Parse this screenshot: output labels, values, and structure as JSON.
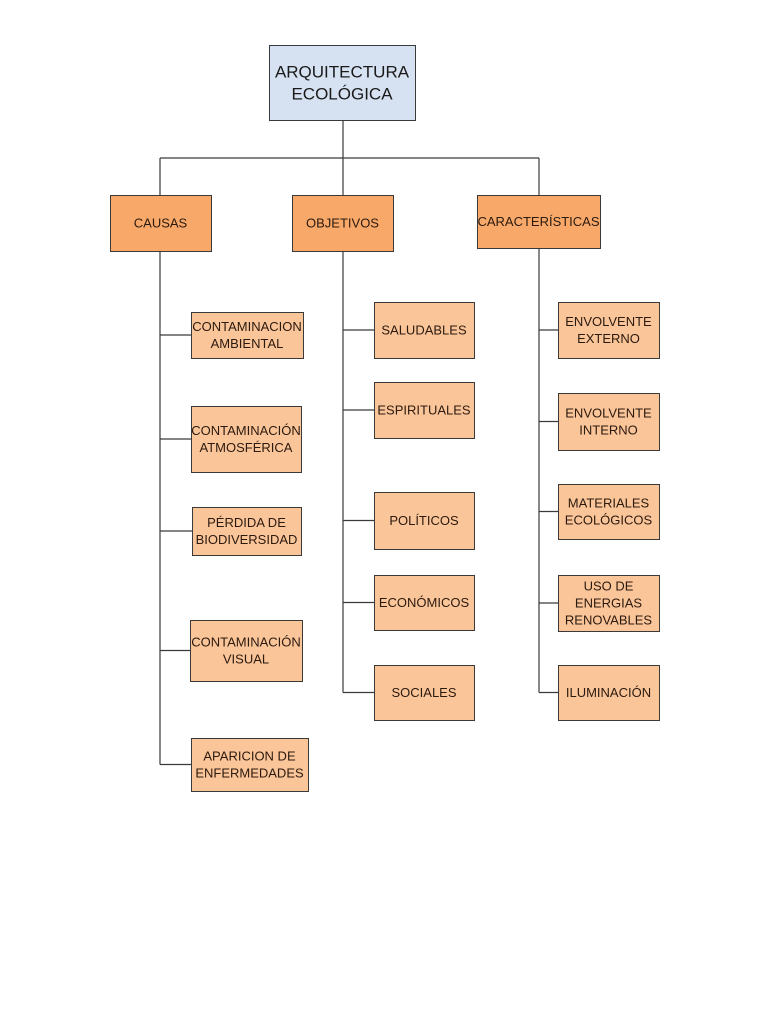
{
  "diagram": {
    "type": "concept-map",
    "colors": {
      "root_fill": "#d6e2f1",
      "category_fill": "#f8a96a",
      "leaf_fill": "#fbc59a",
      "line": "#3a3a3a"
    },
    "root": {
      "lines": [
        "ARQUITECTURA",
        "ECOLÓGICA"
      ]
    },
    "categories": [
      {
        "label": "CAUSAS",
        "children": [
          {
            "lines": [
              "CONTAMINACION",
              "AMBIENTAL"
            ]
          },
          {
            "lines": [
              "CONTAMINACIÓN",
              "ATMOSFÉRICA"
            ]
          },
          {
            "lines": [
              "PÉRDIDA DE",
              "BIODIVERSIDAD"
            ]
          },
          {
            "lines": [
              "CONTAMINACIÓN",
              "VISUAL"
            ]
          },
          {
            "lines": [
              "APARICION DE",
              "ENFERMEDADES"
            ]
          }
        ]
      },
      {
        "label": "OBJETIVOS",
        "children": [
          {
            "lines": [
              "SALUDABLES"
            ]
          },
          {
            "lines": [
              "ESPIRITUALES"
            ]
          },
          {
            "lines": [
              "POLÍTICOS"
            ]
          },
          {
            "lines": [
              "ECONÓMICOS"
            ]
          },
          {
            "lines": [
              "SOCIALES"
            ]
          }
        ]
      },
      {
        "label": "CARACTERÍSTICAS",
        "children": [
          {
            "lines": [
              "ENVOLVENTE",
              "EXTERNO"
            ]
          },
          {
            "lines": [
              "ENVOLVENTE",
              "INTERNO"
            ]
          },
          {
            "lines": [
              "MATERIALES",
              "ECOLÓGICOS"
            ]
          },
          {
            "lines": [
              "USO DE",
              "ENERGIAS",
              "RENOVABLES"
            ]
          },
          {
            "lines": [
              "ILUMINACIÓN"
            ]
          }
        ]
      }
    ]
  }
}
